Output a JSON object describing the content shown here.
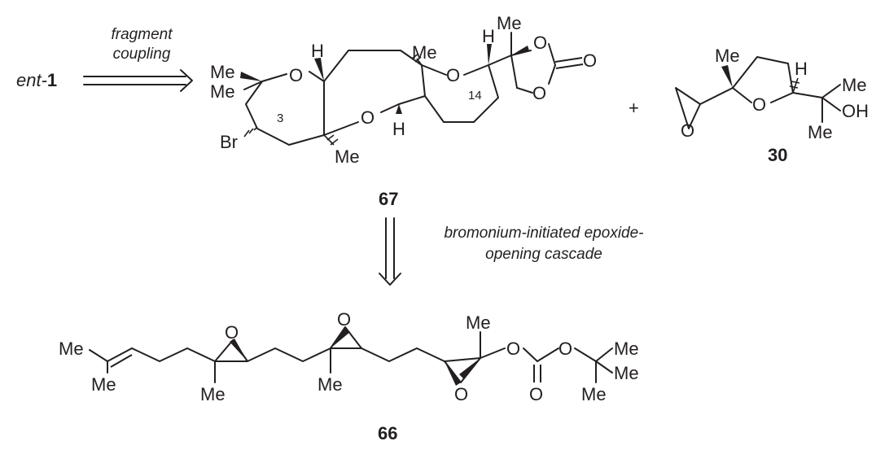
{
  "reactant": {
    "prefix": "ent-",
    "number": "1"
  },
  "step1": {
    "line1": "fragment",
    "line2": "coupling"
  },
  "step2": {
    "line1": "bromonium-initiated epoxide-",
    "line2": "opening cascade"
  },
  "plus": "+",
  "compounds": {
    "c67": "67",
    "c30": "30",
    "c66": "66"
  },
  "atoms": {
    "me": "Me",
    "o": "O",
    "h": "H",
    "br": "Br",
    "oh": "OH",
    "n3": "3",
    "n14": "14"
  }
}
